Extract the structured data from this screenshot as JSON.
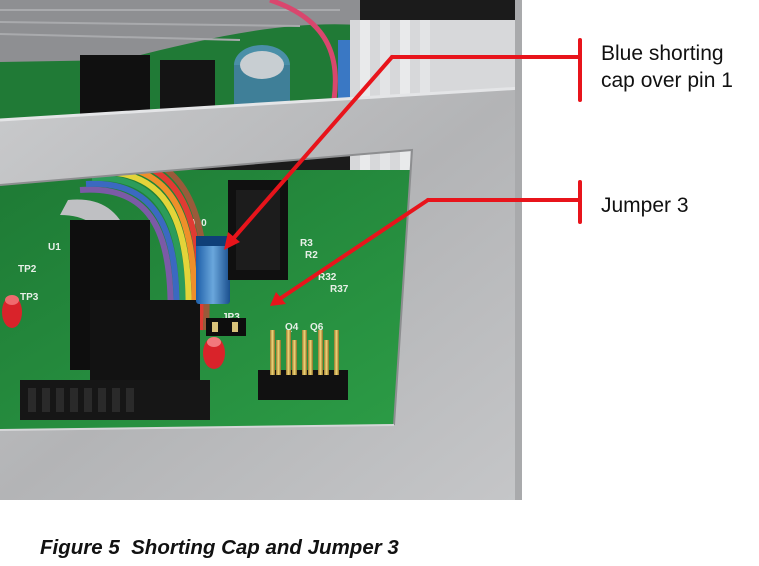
{
  "callouts": [
    {
      "line1": "Blue shorting",
      "line2": "cap over pin 1"
    },
    {
      "line1": "Jumper 3"
    }
  ],
  "caption": "Figure 5  Shorting Cap and Jumper 3",
  "colors": {
    "leader_lines": "#e8141b",
    "enclosure": "#b9babc",
    "pcb": "#1f8a3a"
  }
}
